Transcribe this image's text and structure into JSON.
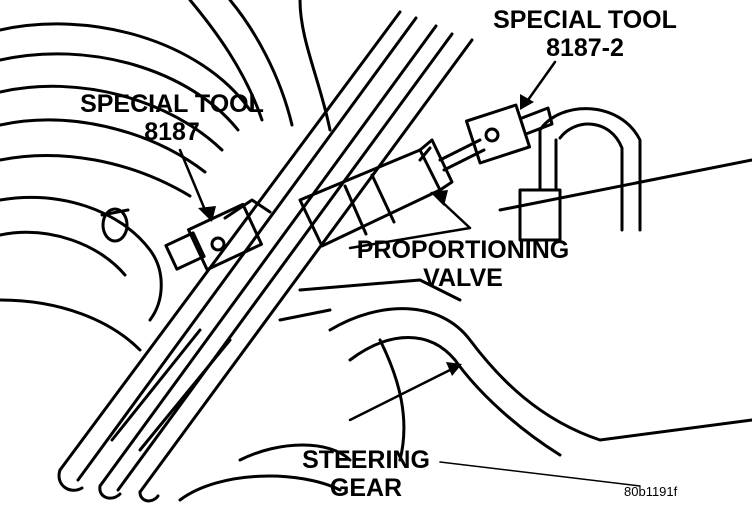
{
  "labels": {
    "tool_8187": {
      "line1": "SPECIAL TOOL",
      "line2": "8187"
    },
    "tool_8187_2": {
      "line1": "SPECIAL TOOL",
      "line2": "8187-2"
    },
    "proportioning_valve": {
      "line1": "PROPORTIONING",
      "line2": "VALVE"
    },
    "steering_gear": {
      "line1": "STEERING",
      "line2": "GEAR"
    }
  },
  "figure_id": "80b1191f",
  "colors": {
    "ink": "#000000",
    "paper": "#ffffff"
  }
}
